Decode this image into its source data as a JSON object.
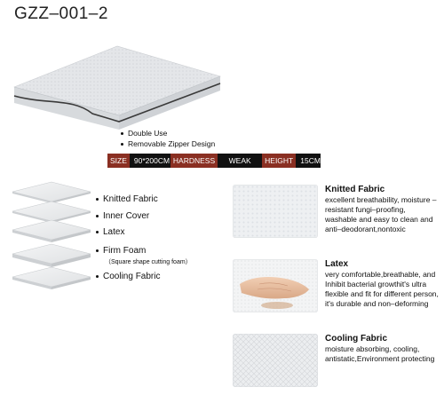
{
  "title": "GZZ–001–2",
  "features": [
    "Double Use",
    "Removable Zipper Design"
  ],
  "specs": {
    "size_label": "SIZE",
    "size_value": "90*200CM",
    "hardness_label": "HARDNESS",
    "hardness_value": "WEAK",
    "height_label": "HEIGHT",
    "height_value": "15CM"
  },
  "layers": [
    {
      "name": "Knitted Fabric"
    },
    {
      "name": "Inner Cover"
    },
    {
      "name": "Latex"
    },
    {
      "name": "Firm Foam",
      "note": "（Square shape cutting foam）"
    },
    {
      "name": "Cooling Fabric"
    }
  ],
  "cards": [
    {
      "title": "Knitted Fabric",
      "text": "excellent breathability, moisture –resistant fungi–proofing, washable and easy to clean and anti–deodorant,nontoxic"
    },
    {
      "title": "Latex",
      "text": "very comfortable,breathable, and Inhibit bacterial growthit's ultra flexible and fit for different person, it's durable and non–deforming"
    },
    {
      "title": "Cooling Fabric",
      "text": "moisture absorbing, cooling, antistatic,Environment protecting"
    }
  ]
}
